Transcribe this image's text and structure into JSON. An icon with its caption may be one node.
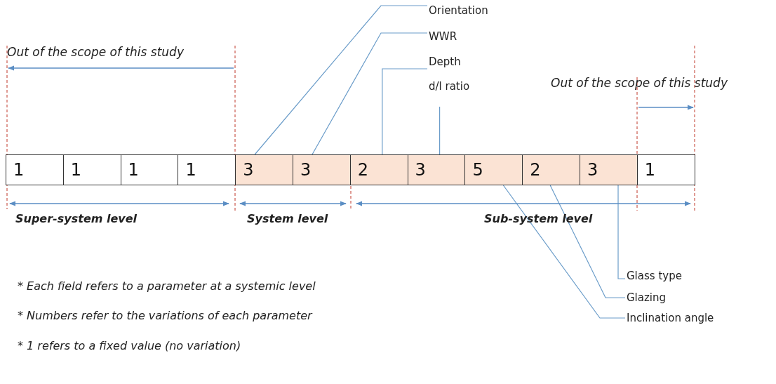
{
  "diagram": {
    "nodes": [
      {
        "text": [
          "1"
        ]
      },
      {
        "text": [
          "1"
        ]
      },
      {
        "text": [
          "1"
        ]
      },
      {
        "text": [
          "1"
        ]
      },
      {
        "text": [
          "3"
        ]
      },
      {
        "text": [
          "3"
        ]
      },
      {
        "text": [
          "2"
        ]
      },
      {
        "text": [
          "3"
        ]
      },
      {
        "text": [
          "5"
        ]
      },
      {
        "text": [
          "2"
        ]
      },
      {
        "text": [
          "3"
        ]
      },
      {
        "text": [
          "1"
        ]
      },
      {
        "text": [
          "Orientation"
        ]
      },
      {
        "text": [
          "WWR"
        ]
      },
      {
        "text": [
          "Depth"
        ]
      },
      {
        "text": [
          "d/l ratio"
        ]
      },
      {
        "text": [
          "Glass type"
        ]
      },
      {
        "text": [
          "Glazing"
        ]
      },
      {
        "text": [
          "Inclination angle"
        ]
      }
    ],
    "edges": [
      {
        "from": 12,
        "to": 4,
        "arrow": "none"
      },
      {
        "from": 13,
        "to": 5,
        "arrow": "none"
      },
      {
        "from": 14,
        "to": 6,
        "arrow": "none"
      },
      {
        "from": 15,
        "to": 7,
        "arrow": "none"
      },
      {
        "from": 18,
        "to": 8,
        "arrow": "none"
      },
      {
        "from": 17,
        "to": 9,
        "arrow": "none"
      },
      {
        "from": 16,
        "to": 10,
        "arrow": "none"
      }
    ],
    "labels": [
      "Out of the scope of this study",
      "Out of the scope of this study",
      "Super-system level",
      "System level",
      "Sub-system level",
      "* Each field refers to a parameter at a systemic level",
      "* Numbers refer to the variations of each parameter",
      "* 1 refers to a fixed value (no variation)"
    ]
  }
}
